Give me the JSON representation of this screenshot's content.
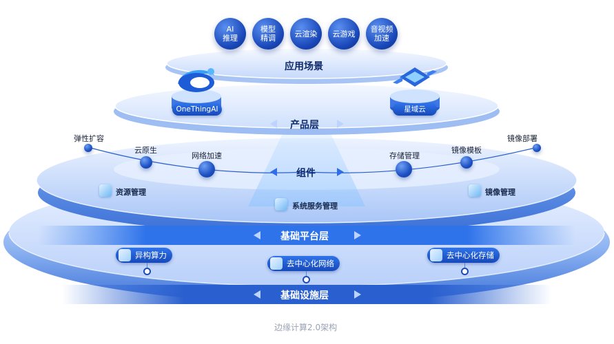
{
  "scenarios": [
    {
      "name": "ai-inference-bubble",
      "label": "AI\n推理"
    },
    {
      "name": "model-finetune-bubble",
      "label": "模型\n精调"
    },
    {
      "name": "cloud-render-bubble",
      "label": "云渲染"
    },
    {
      "name": "cloud-gaming-bubble",
      "label": "云游戏"
    },
    {
      "name": "av-acceleration-bubble",
      "label": "音视频\n加速"
    }
  ],
  "layers": {
    "application": "应用场景",
    "product": "产品层",
    "component": "组件",
    "platform": "基础平台层",
    "device": "基础设施层"
  },
  "products": {
    "left": "OneThingAI",
    "right": "星域云"
  },
  "components": {
    "elastic_scaling": "弹性扩容",
    "cloud_native": "云原生",
    "network_acceleration": "网络加速",
    "storage_management": "存储管理",
    "image_template": "镜像模板",
    "image_deployment": "镜像部署"
  },
  "management": {
    "resource": "资源管理",
    "system_service": "系统服务管理",
    "image": "镜像管理"
  },
  "device_items": {
    "heterogeneous_compute": "异构算力",
    "decentralized_network": "去中心化网络",
    "decentralized_storage": "去中心化存储"
  },
  "caption": "边缘计算2.0架构",
  "colors": {
    "primary_blue": "#1f58d0",
    "light_blue": "#dbe8ff",
    "platform_band": "#2f73ea"
  }
}
